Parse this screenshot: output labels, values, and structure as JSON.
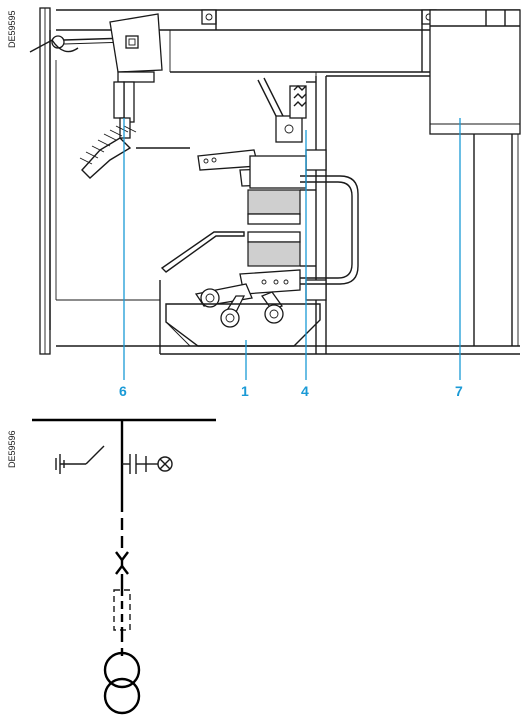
{
  "drawing_codes": {
    "section_view": "DE59595",
    "single_line": "DE59596"
  },
  "callouts": [
    {
      "id": "6",
      "label": "6"
    },
    {
      "id": "1",
      "label": "1"
    },
    {
      "id": "4",
      "label": "4"
    },
    {
      "id": "7",
      "label": "7"
    }
  ],
  "colors": {
    "callout": "#1a9ad6",
    "line": "#1a1a1a",
    "insulator_fill": "#cfcfcf"
  },
  "icons": {
    "section_view": "switchgear-cross-section-drawing",
    "single_line": "single-line-diagram-with-earthing-switch-fuse-transformer",
    "lamp": "voltage-presence-lamp-icon",
    "transformer": "transformer-symbol-icon",
    "fuse": "fuse-symbol-icon"
  }
}
